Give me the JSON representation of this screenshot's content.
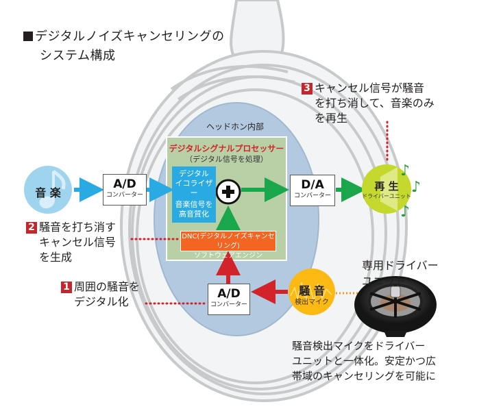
{
  "title": {
    "line1": "デジタルノイズキャンセリングの",
    "line2": "システム構成"
  },
  "headphone": {
    "label": "ヘッドホン内部"
  },
  "dsp": {
    "title": "デジタルシグナルプロセッサー",
    "subtitle": "（デジタル信号を処理）"
  },
  "equalizer": {
    "line1": "デジタル",
    "line2": "イコライザー",
    "line3": "音楽信号を",
    "line4": "高音質化"
  },
  "dnc_engine": {
    "line1": "DNC(デジタルノイズキャンセリング)",
    "line2": "ソフトウェアエンジン"
  },
  "mixer": {
    "symbol": "+"
  },
  "music_source": {
    "label": "音 楽"
  },
  "ad_converter_music": {
    "title": "A/D",
    "subtitle": "コンバーター"
  },
  "ad_converter_noise": {
    "title": "A/D",
    "subtitle": "コンバーター"
  },
  "da_converter": {
    "title": "D/A",
    "subtitle": "コンバーター"
  },
  "playback": {
    "label": "再 生",
    "sublabel": "ドライバーユニット"
  },
  "noise_mic": {
    "label": "騒 音",
    "sublabel": "検出マイク"
  },
  "notes": [
    {
      "number": "1",
      "line1": "周囲の騒音を",
      "line2": "デジタル化"
    },
    {
      "number": "2",
      "line1": "騒音を打ち消す",
      "line2": "キャンセル信号",
      "line3": "を生成"
    },
    {
      "number": "3",
      "line1": "キャンセル信号が騒音",
      "line2": "を打ち消して、音楽のみ",
      "line3": "を再生"
    }
  ],
  "driver_unit": {
    "line1": "専用ドライバー",
    "line2": "ユニット"
  },
  "bottom_note": {
    "line1": "騒音検出マイクをドライバー",
    "line2": "ユニットと一体化。安定かつ広",
    "line3": "帯域のキャンセリングを可能に"
  },
  "colors": {
    "music_blue": "#2aaae3",
    "signal_green": "#1aa64a",
    "noise_red": "#d2232a",
    "dnc_orange": "#f26522",
    "playback_lime": "#c4d82e",
    "mic_yellow": "#fdb913",
    "dsp_green": "#b9cfa6",
    "inner_blue": "#b3c9df"
  }
}
